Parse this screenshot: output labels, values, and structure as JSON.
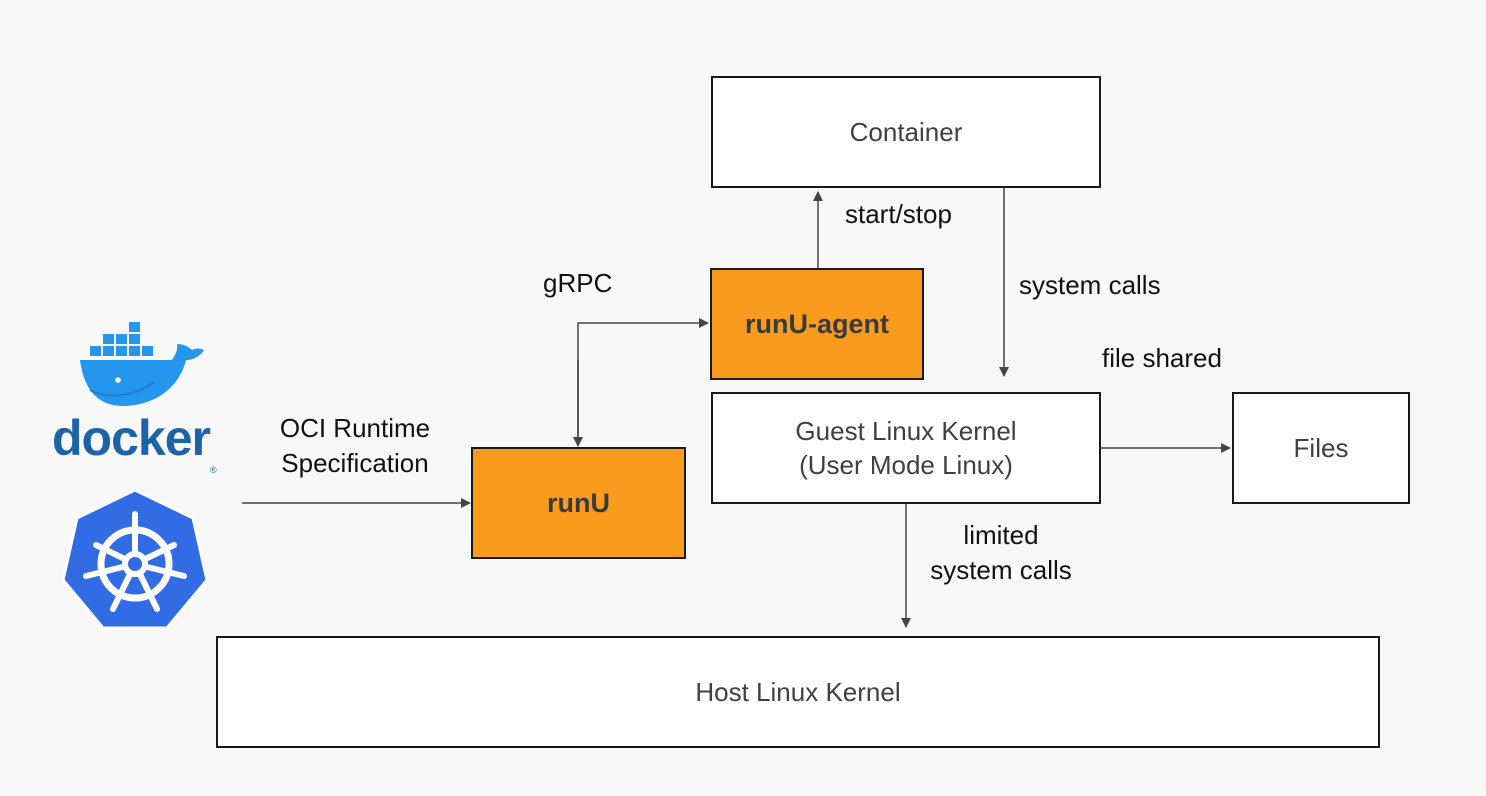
{
  "nodes": {
    "container": "Container",
    "runu_agent": "runU-agent",
    "runu": "runU",
    "guest_kernel_line1": "Guest Linux Kernel",
    "guest_kernel_line2": "(User Mode Linux)",
    "files": "Files",
    "host_kernel": "Host Linux Kernel"
  },
  "edges": {
    "start_stop": "start/stop",
    "grpc": "gRPC",
    "system_calls": "system calls",
    "file_shared": "file shared",
    "oci_line1": "OCI Runtime",
    "oci_line2": "Specification",
    "limited_line1": "limited",
    "limited_line2": "system calls"
  },
  "logos": {
    "docker": "docker",
    "docker_icon": "docker-whale-icon",
    "kubernetes_icon": "kubernetes-helm-icon"
  },
  "colors": {
    "accent_orange": "#f99b1c",
    "docker_blue": "#1d63a8",
    "docker_whale": "#2496ed",
    "kubernetes_blue": "#326ce5"
  }
}
